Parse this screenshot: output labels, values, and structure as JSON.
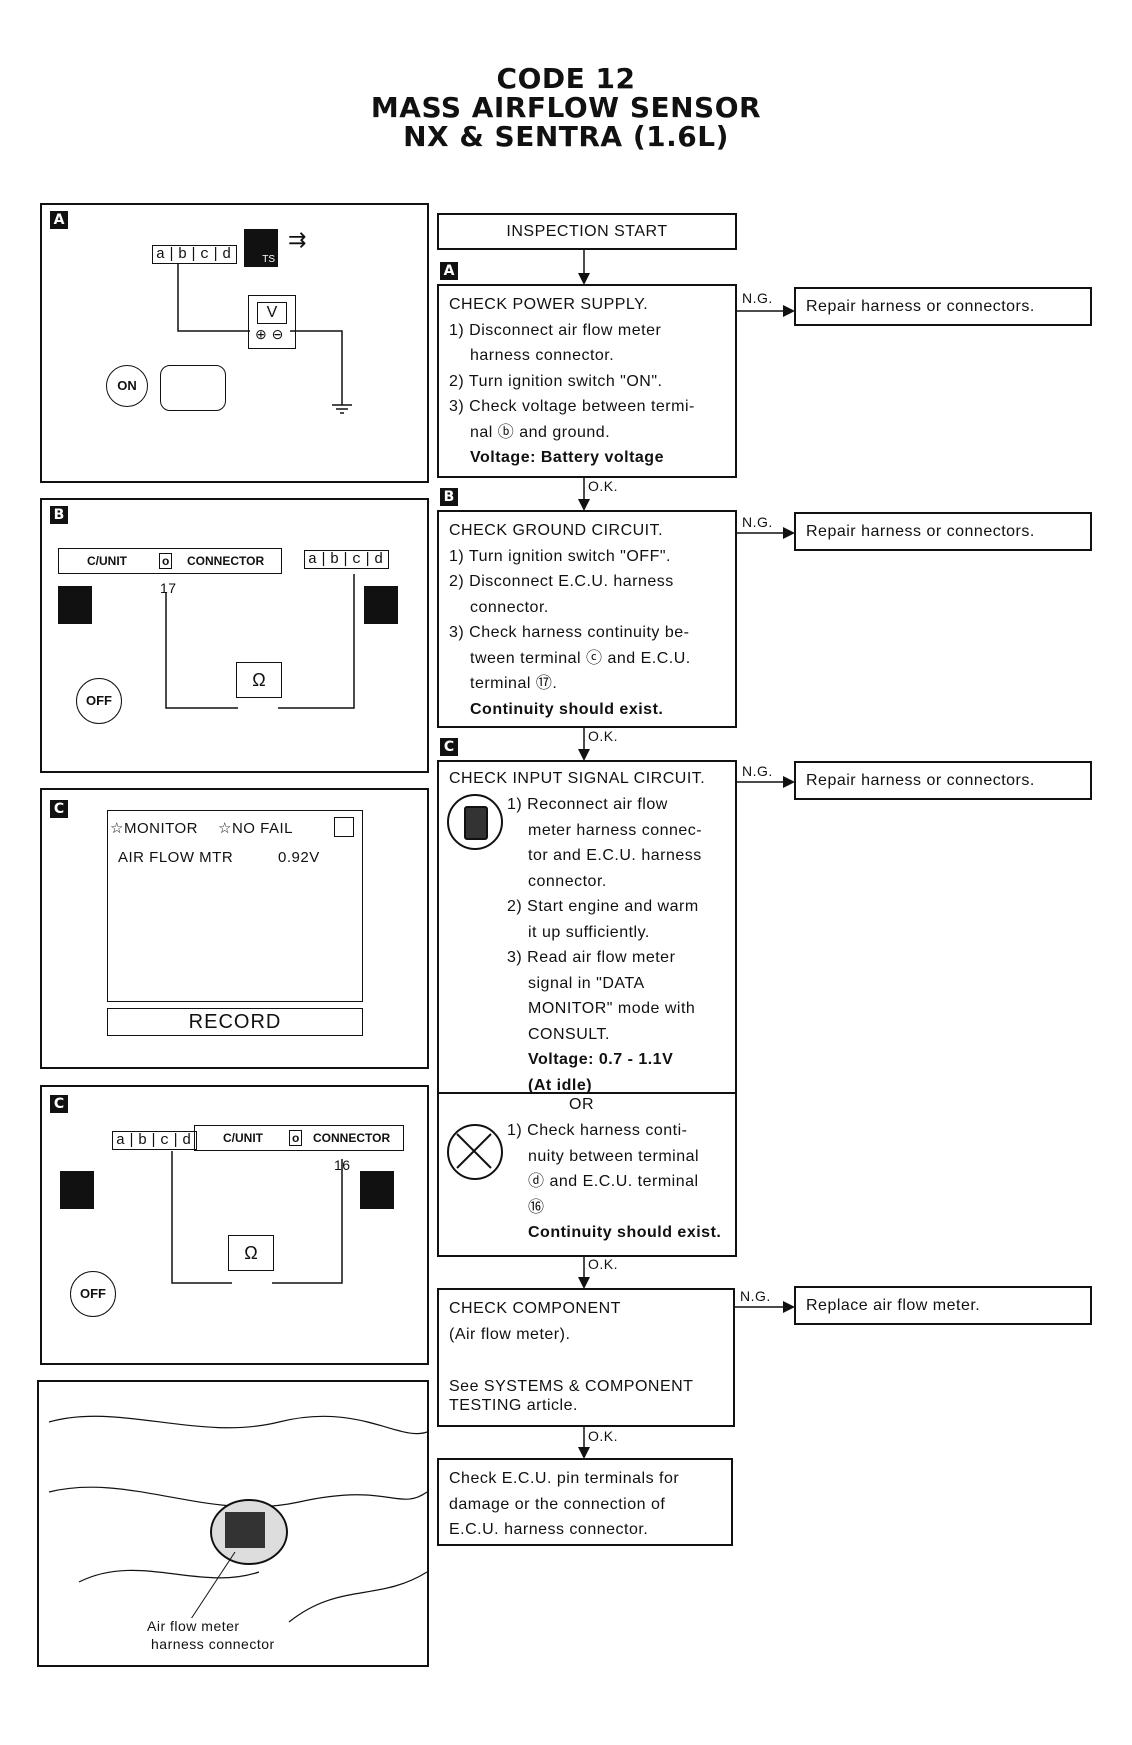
{
  "header": {
    "code": "CODE 12",
    "name": "MASS AIRFLOW SENSOR",
    "models": "NX & SENTRA (1.6L)"
  },
  "panel_labels": {
    "a": "A",
    "b": "B",
    "c1": "C",
    "c2": "C"
  },
  "panel_a": {
    "connector_pins": [
      "a",
      "b",
      "c",
      "d"
    ],
    "meter": "V",
    "switch": "ON"
  },
  "panel_b": {
    "unit": "C/UNIT",
    "connector": "CONNECTOR",
    "pin": "17",
    "meter": "Ω",
    "switch": "OFF",
    "connector_pins": [
      "a",
      "b",
      "c",
      "d"
    ]
  },
  "panel_c1": {
    "monitor": "☆MONITOR",
    "nofail": "☆NO FAIL",
    "item": "AIR FLOW MTR",
    "value": "0.92V",
    "record": "RECORD"
  },
  "panel_c2": {
    "unit": "C/UNIT",
    "connector": "CONNECTOR",
    "pin": "16",
    "meter": "Ω",
    "switch": "OFF",
    "connector_pins": [
      "a",
      "b",
      "c",
      "d"
    ]
  },
  "photo_caption": {
    "line1": "Air flow meter",
    "line2": "harness connector"
  },
  "flow": {
    "start": "INSPECTION START",
    "step_a": {
      "tag": "A",
      "lines": [
        "CHECK POWER SUPPLY.",
        "1) Disconnect air flow meter",
        "harness connector.",
        "2) Turn ignition switch \"ON\".",
        "3) Check voltage between termi-",
        "nal ⓑ and ground."
      ],
      "spec": "Voltage: Battery voltage",
      "ng": "N.G.",
      "repair": "Repair harness or connectors.",
      "ok": "O.K."
    },
    "step_b": {
      "tag": "B",
      "lines": [
        "CHECK GROUND CIRCUIT.",
        "1) Turn ignition switch \"OFF\".",
        "2) Disconnect E.C.U. harness",
        "connector.",
        "3) Check harness continuity be-",
        "tween terminal ⓒ and E.C.U.",
        "terminal ⑰."
      ],
      "spec": "Continuity should exist.",
      "ng": "N.G.",
      "repair": "Repair harness or connectors.",
      "ok": "O.K."
    },
    "step_c": {
      "tag": "C",
      "title": "CHECK INPUT SIGNAL CIRCUIT.",
      "lines": [
        "1) Reconnect air flow",
        "meter harness connec-",
        "tor and E.C.U. harness",
        "connector.",
        "2) Start engine and warm",
        "it up sufficiently.",
        "3) Read air flow meter",
        "signal in \"DATA",
        "MONITOR\" mode with",
        "CONSULT."
      ],
      "spec1": "Voltage: 0.7 - 1.1V",
      "spec2": "(At idle)",
      "or": "OR",
      "alt_lines": [
        "1) Check harness conti-",
        "nuity between terminal",
        "ⓓ and E.C.U. terminal",
        "⑯"
      ],
      "alt_spec": "Continuity should exist.",
      "ng": "N.G.",
      "repair": "Repair harness or connectors.",
      "ok": "O.K."
    },
    "step_d": {
      "lines": [
        "CHECK COMPONENT",
        "(Air flow meter)."
      ],
      "see": [
        "See SYSTEMS & COMPONENT",
        "TESTING article."
      ],
      "ng": "N.G.",
      "replace": "Replace air flow meter.",
      "ok": "O.K."
    },
    "final": [
      "Check E.C.U. pin terminals for",
      "damage or the connection of",
      "E.C.U. harness connector."
    ]
  }
}
